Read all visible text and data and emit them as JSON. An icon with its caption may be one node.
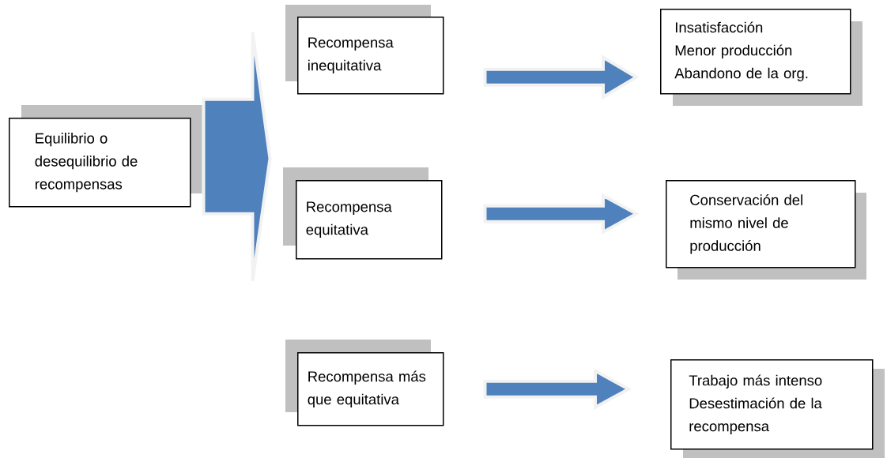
{
  "diagram": {
    "nodes": [
      {
        "text": [
          "Equilibrio o desequilibrio de recompensas"
        ]
      },
      {
        "text": [
          "Recompensa inequitativa"
        ]
      },
      {
        "text": [
          "Recompensa equitativa"
        ]
      },
      {
        "text": [
          "Recompensa más que equitativa"
        ]
      },
      {
        "text": [
          "Insatisfacción",
          "Menor producción",
          "Abandono de la org."
        ]
      },
      {
        "text": [
          "Conservación del mismo nivel de producción"
        ]
      },
      {
        "text": [
          "Trabajo más intenso",
          "Desestimación de la recompensa"
        ]
      }
    ],
    "edges": [
      {
        "from": 0,
        "to": 1,
        "arrow": "to"
      },
      {
        "from": 0,
        "to": 2,
        "arrow": "to"
      },
      {
        "from": 1,
        "to": 4,
        "arrow": "to"
      },
      {
        "from": 2,
        "to": 5,
        "arrow": "to"
      },
      {
        "from": 3,
        "to": 6,
        "arrow": "to"
      }
    ]
  }
}
